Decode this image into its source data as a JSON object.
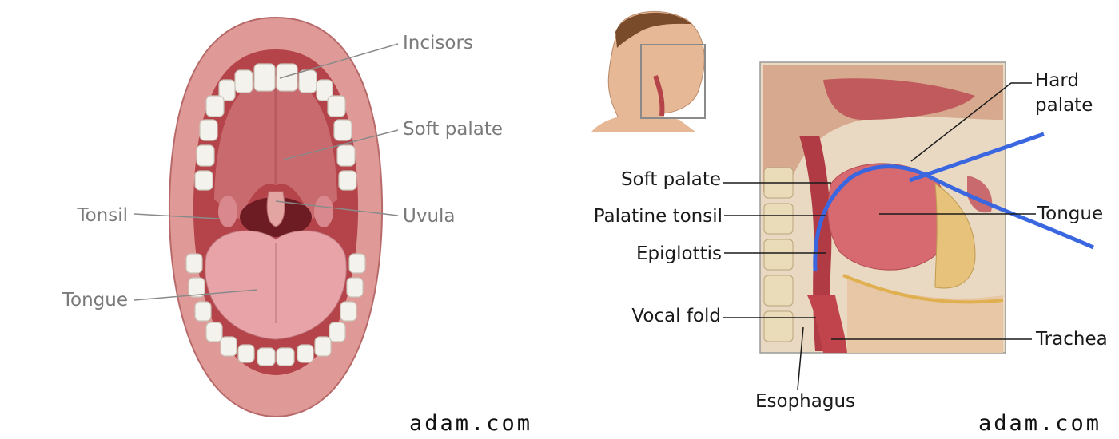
{
  "left": {
    "labels": {
      "incisors": "Incisors",
      "soft_palate": "Soft palate",
      "tonsil": "Tonsil",
      "uvula": "Uvula",
      "tongue": "Tongue"
    },
    "watermark": "adam.com"
  },
  "right": {
    "labels": {
      "hard_palate_line1": "Hard",
      "hard_palate_line2": "palate",
      "soft_palate": "Soft palate",
      "palatine_tonsil": "Palatine tonsil",
      "tongue": "Tongue",
      "epiglottis": "Epiglottis",
      "vocal_fold": "Vocal fold",
      "trachea": "Trachea",
      "esophagus": "Esophagus"
    },
    "watermark": "adam.com"
  },
  "colors": {
    "lip": "#d98a8a",
    "mouth_dark": "#a8363c",
    "tongue": "#e39aa0",
    "tooth": "#f3f2ec",
    "overlay_line": "#3a66e0"
  }
}
